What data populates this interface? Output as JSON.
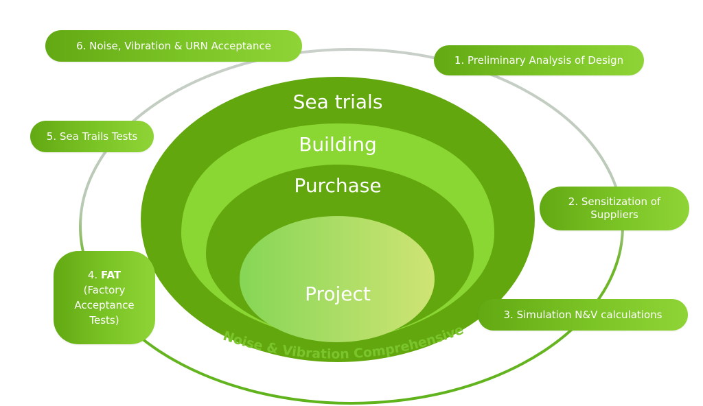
{
  "diagram": {
    "layers": [
      {
        "label": "Sea trials",
        "color": "#63a70e"
      },
      {
        "label": "Building",
        "color": "#8ad633"
      },
      {
        "label": "Purchase",
        "color": "#63a70e"
      },
      {
        "label": "Project",
        "gradient_start": "#86d656",
        "gradient_end": "#cfe474"
      }
    ],
    "ring_caption": "Noise & Vibration Comprehensive",
    "ring_caption_color": "#7ac52b",
    "ring_colors": {
      "top": "#c4cbc4",
      "bottom": "#5fb31b"
    },
    "steps": [
      {
        "number": "1.",
        "label": "Preliminary Analysis of Design"
      },
      {
        "number": "2.",
        "label": "Sensitization of Suppliers"
      },
      {
        "number": "3.",
        "label": "Simulation N&V calculations"
      },
      {
        "number": "4.",
        "label_bold": "FAT",
        "label": "(Factory Acceptance Tests)"
      },
      {
        "number": "5.",
        "label": "Sea Trails Tests"
      },
      {
        "number": "6.",
        "label": "Noise, Vibration & URN Acceptance"
      }
    ]
  }
}
